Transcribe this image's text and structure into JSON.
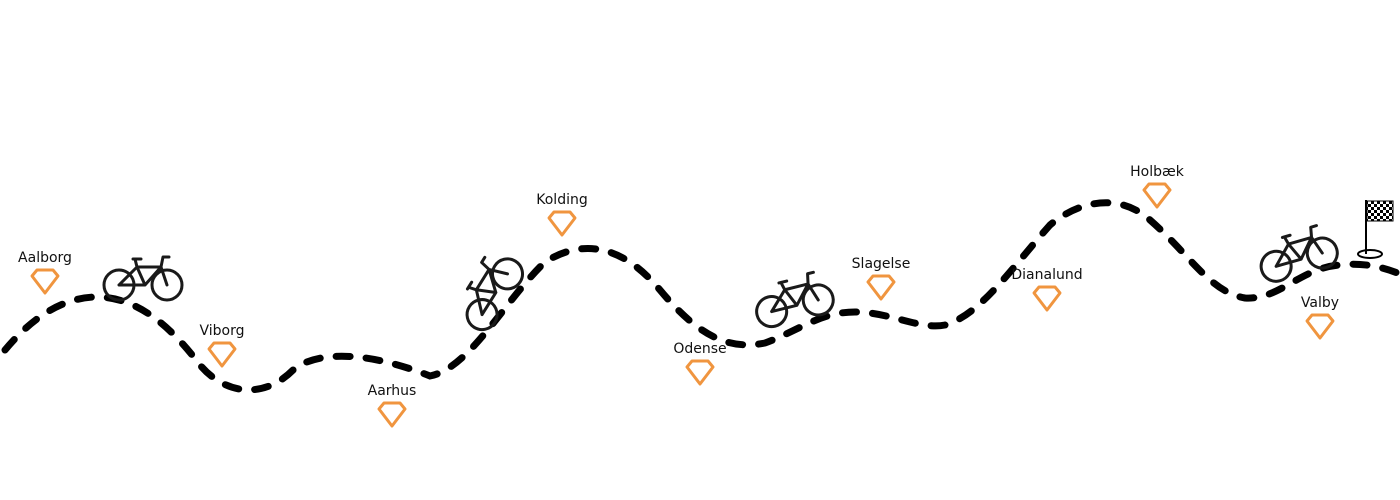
{
  "route": {
    "stops": [
      {
        "name": "Aalborg"
      },
      {
        "name": "Viborg"
      },
      {
        "name": "Aarhus"
      },
      {
        "name": "Kolding"
      },
      {
        "name": "Odense"
      },
      {
        "name": "Slagelse"
      },
      {
        "name": "Dianalund"
      },
      {
        "name": "Holbæk"
      },
      {
        "name": "Valby"
      }
    ]
  },
  "icons": {
    "stop": "location-marker-icon",
    "rider": "bicycle-icon",
    "finish": "checkered-flag-icon"
  },
  "colors": {
    "marker": "#f0953f",
    "route": "#000000",
    "background": "#ffffff"
  }
}
